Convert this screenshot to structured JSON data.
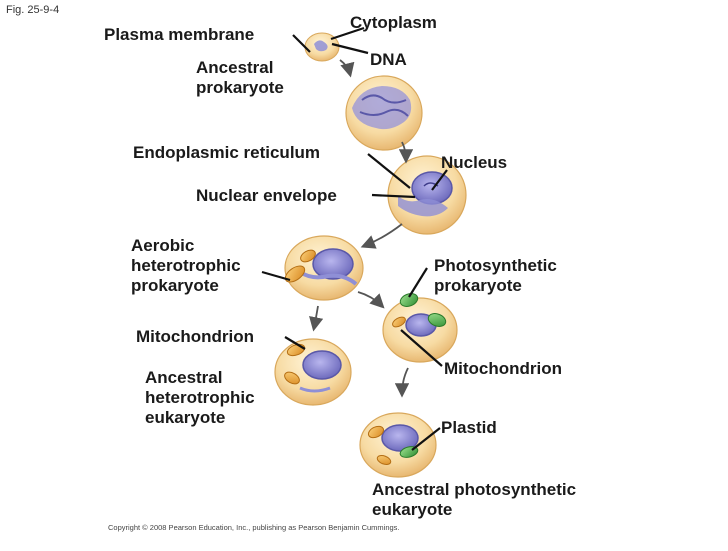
{
  "figure_label": "Fig. 25-9-4",
  "labels": {
    "cytoplasm": "Cytoplasm",
    "plasma_membrane": "Plasma membrane",
    "dna": "DNA",
    "ancestral_prokaryote": [
      "Ancestral",
      "prokaryote"
    ],
    "endoplasmic_reticulum": "Endoplasmic reticulum",
    "nucleus": "Nucleus",
    "nuclear_envelope": "Nuclear envelope",
    "aerobic_heterotrophic_prokaryote": [
      "Aerobic",
      "heterotrophic",
      "prokaryote"
    ],
    "photosynthetic_prokaryote": [
      "Photosynthetic",
      "prokaryote"
    ],
    "mitochondrion_left": "Mitochondrion",
    "mitochondrion_right": "Mitochondrion",
    "ancestral_heterotrophic_eukaryote": [
      "Ancestral",
      "heterotrophic",
      "eukaryote"
    ],
    "plastid": "Plastid",
    "ancestral_photosynthetic_eukaryote": [
      "Ancestral photosynthetic",
      "eukaryote"
    ]
  },
  "copyright": "Copyright © 2008 Pearson Education, Inc., publishing as Pearson Benjamin Cummings.",
  "colors": {
    "cell_fill": "#f6d9a0",
    "cell_edge": "#d9a85c",
    "nucleus": "#7b78c8",
    "membrane_blue": "#8f8fd6",
    "mitochondrion": "#e9a23b",
    "plastid": "#4fae4a",
    "arrow": "#555555"
  }
}
